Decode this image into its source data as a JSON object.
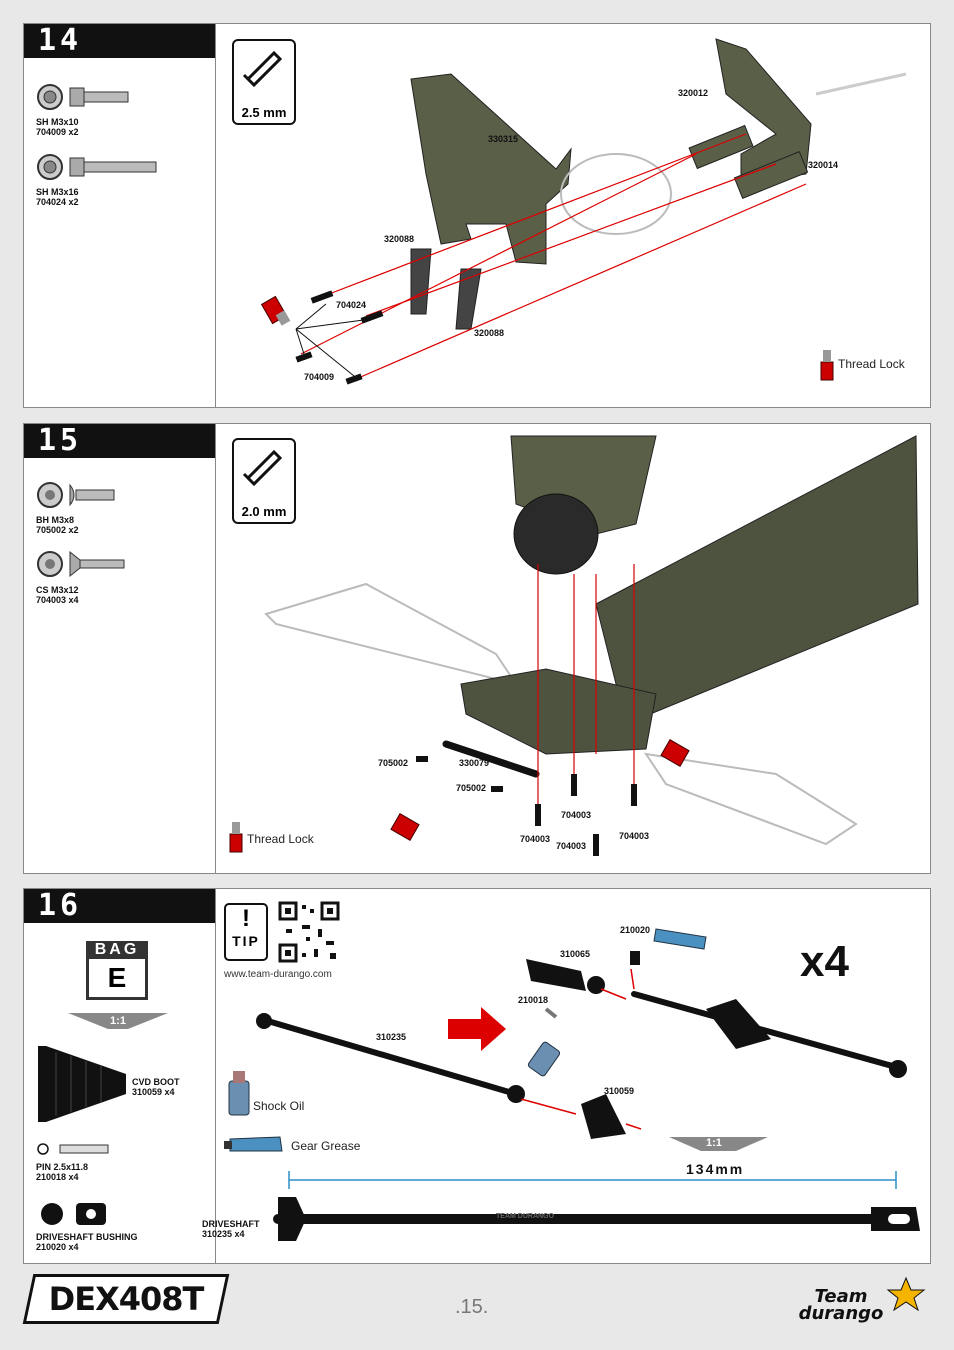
{
  "page_number": ".15.",
  "brand_left": "DEX408T",
  "brand_right": "Team durango",
  "step14": {
    "number": "14",
    "tool": "2.5 mm",
    "parts": [
      {
        "name": "SH  M3x10",
        "code": "704009  x2"
      },
      {
        "name": "SH M3x16",
        "code": "704024  x2"
      }
    ],
    "labels": {
      "a": "320012",
      "b": "330315",
      "c": "320014",
      "d": "320088",
      "e": "704024",
      "f": "320088",
      "g": "704009"
    },
    "thread_lock": "Thread Lock"
  },
  "step15": {
    "number": "15",
    "tool": "2.0 mm",
    "parts": [
      {
        "name": "BH  M3x8",
        "code": "705002  x2"
      },
      {
        "name": "CS M3x12",
        "code": "704003  x4"
      }
    ],
    "labels": {
      "a": "705002",
      "b": "330079",
      "c": "705002",
      "d": "704003",
      "e": "704003",
      "f": "704003",
      "g": "704003"
    },
    "thread_lock": "Thread Lock"
  },
  "step16": {
    "number": "16",
    "bag_label": "BAG",
    "bag_letter": "E",
    "scale": "1:1",
    "tip": "TIP",
    "website": "www.team-durango.com",
    "parts": [
      {
        "name": "CVD BOOT",
        "code": "310059  x4"
      },
      {
        "name": "PIN  2.5x11.8",
        "code": "210018 x4"
      },
      {
        "name": "DRIVESHAFT BUSHING",
        "code": "210020  x4"
      },
      {
        "name": "DRIVESHAFT",
        "code": "310235 x4"
      }
    ],
    "labels": {
      "a": "210020",
      "b": "310065",
      "c": "210018",
      "d": "310235",
      "e": "310059"
    },
    "multiplier": "x4",
    "shock_oil": "Shock Oil",
    "gear_grease": "Gear Grease",
    "scale2": "1:1",
    "length": "134mm",
    "shaft_text": "TEAM DURANGO"
  }
}
